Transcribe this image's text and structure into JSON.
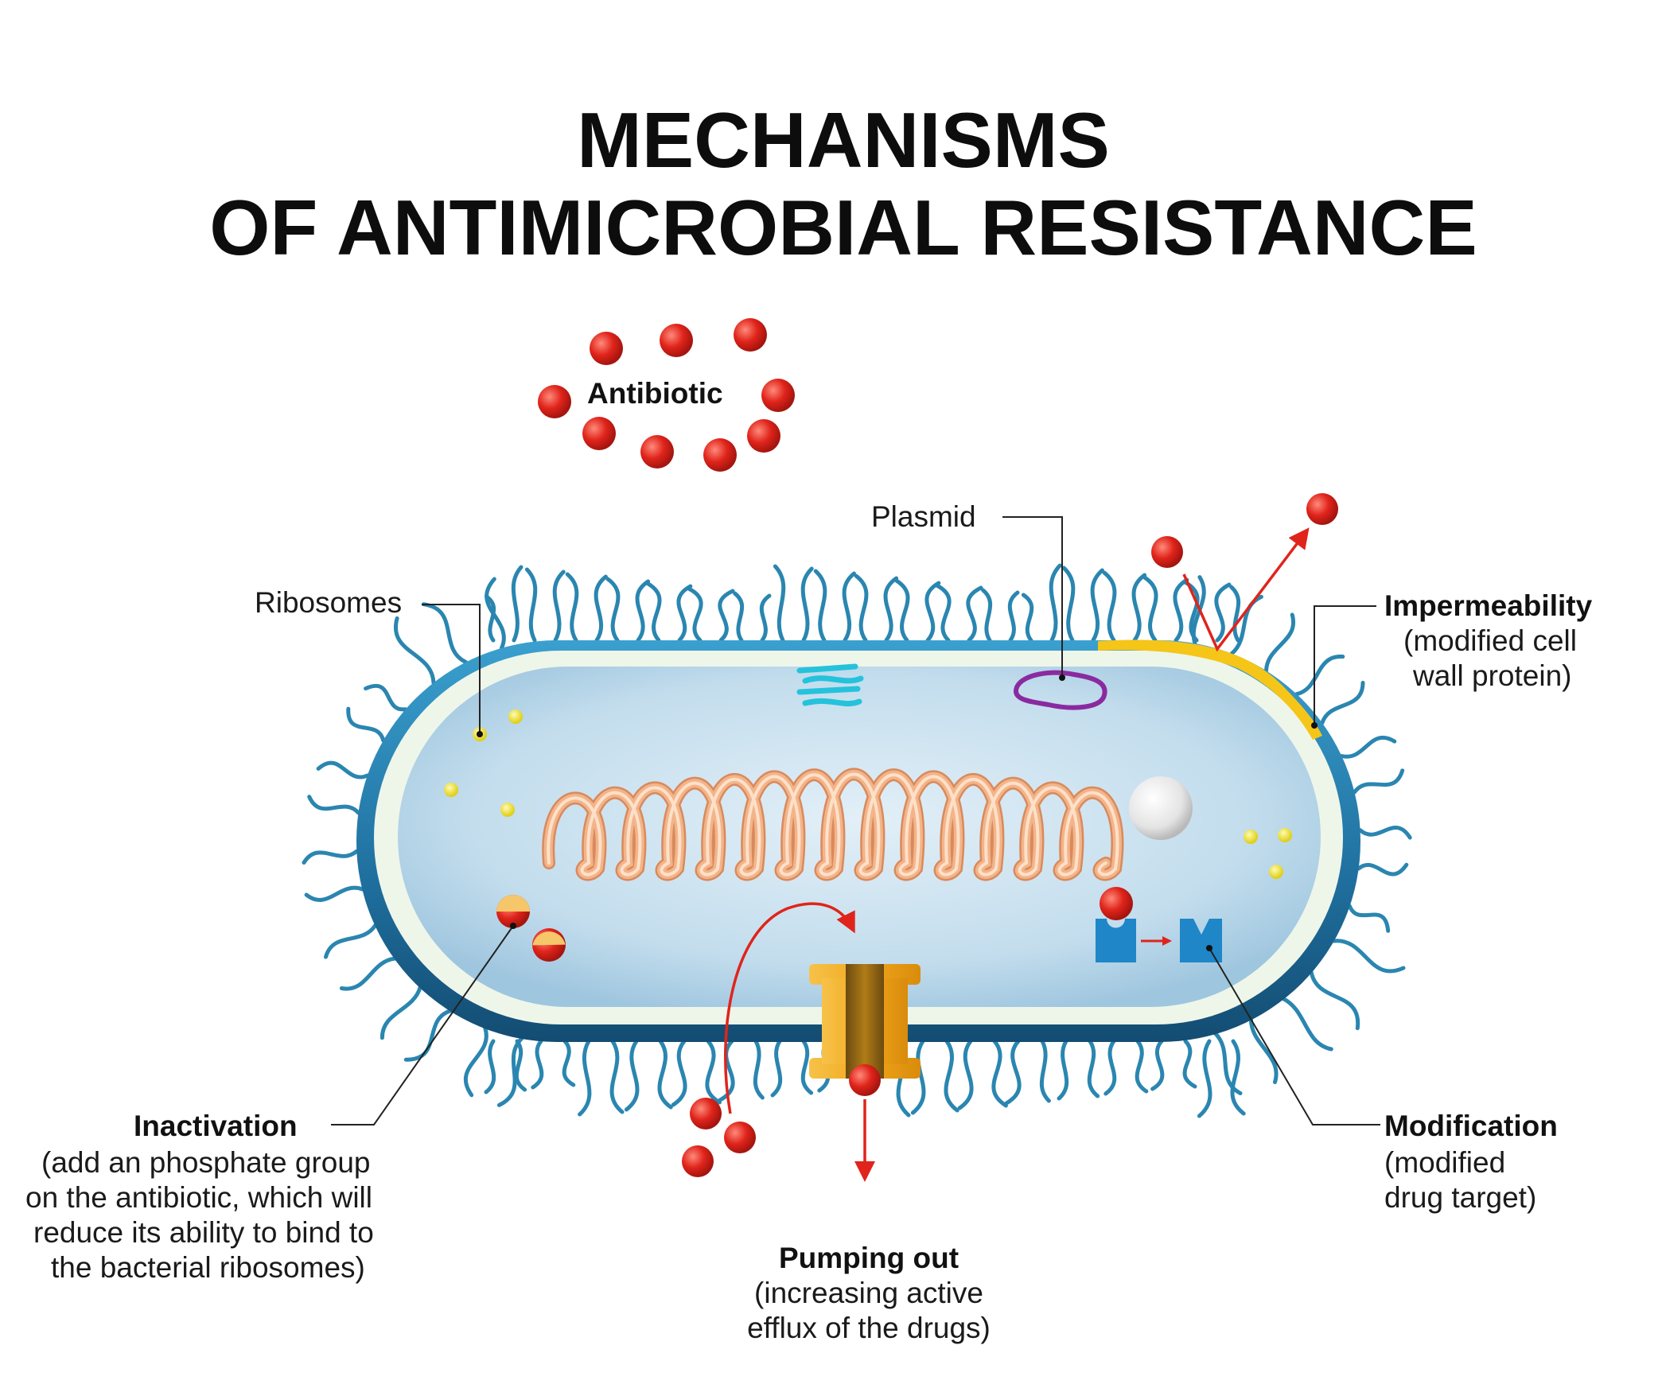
{
  "title": {
    "line1": "MECHANISMS",
    "line2": "OF ANTIMICROBIAL RESISTANCE"
  },
  "labels": {
    "antibiotic": "Antibiotic",
    "plasmid": "Plasmid",
    "ribosomes": "Ribosomes",
    "impermeability": {
      "heading": "Impermeability",
      "line1": "(modified cell",
      "line2": "wall protein)"
    },
    "inactivation": {
      "heading": "Inactivation",
      "line1": "(add an phosphate group",
      "line2": "on the antibiotic, which will",
      "line3": "reduce its ability to bind to",
      "line4": "the bacterial ribosomes)"
    },
    "modification": {
      "heading": "Modification",
      "line1": "(modified",
      "line2": "drug target)"
    },
    "pumping_out": {
      "heading": "Pumping out",
      "line1": "(increasing active",
      "line2": "efflux of the drugs)"
    }
  },
  "colors": {
    "antibiotic": "#e0241b",
    "cell_wall": "#1f6f9e",
    "cytoplasm": "#c3dded",
    "pili": "#2a86b0",
    "ribosome": "#f2e42a",
    "dna": "#f3b48a",
    "pump": "#f2a81c",
    "impermeable_patch": "#f5c518",
    "plasmid": "#8a2aa0",
    "target": "#1f86c8",
    "arrow": "#e0241b"
  }
}
